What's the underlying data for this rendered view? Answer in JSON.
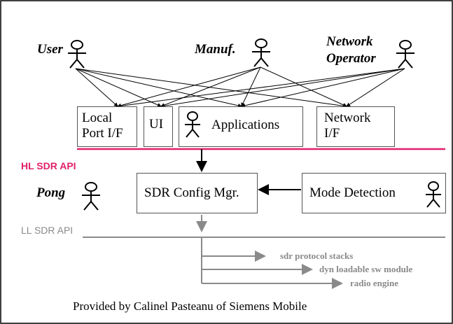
{
  "actors": {
    "user": "User",
    "manuf": "Manuf.",
    "network_operator_line1": "Network",
    "network_operator_line2": "Operator",
    "pong": "Pong"
  },
  "boxes": {
    "local_port_line1": "Local",
    "local_port_line2": "Port I/F",
    "ui": "UI",
    "applications": "Applications",
    "network_if_line1": "Network",
    "network_if_line2": "I/F",
    "sdr_config": "SDR Config Mgr.",
    "mode_detection": "Mode Detection"
  },
  "apis": {
    "hl": "HL SDR API",
    "ll": "LL SDR API"
  },
  "outputs": [
    "sdr protocol stacks",
    "dyn loadable sw module",
    "radio engine"
  ],
  "caption": "Provided by Calinel Pasteanu of Siemens Mobile",
  "colors": {
    "hl_line": "#e0206a",
    "hl_text": "#e0206a",
    "gray": "#8a8a8a"
  }
}
